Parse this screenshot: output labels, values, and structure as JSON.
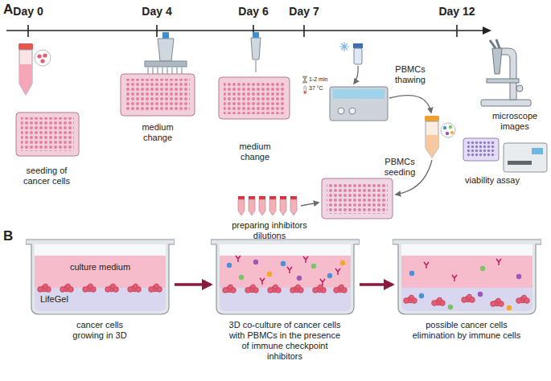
{
  "diagram": {
    "nodes": [
      {
        "text": [
          "culture medium",
          "LifeGel",
          "cancer cells growing in 3D"
        ]
      },
      {
        "text": [
          "3D co-culture of cancer cells with PBMCs in the presence of immune checkpoint inhibitors"
        ]
      },
      {
        "text": [
          "possible cancer cells elimination by immune cells"
        ]
      }
    ],
    "edges": [
      {
        "from": 0,
        "to": 1,
        "arrow": "to"
      },
      {
        "from": 1,
        "to": 2,
        "arrow": "to"
      }
    ],
    "labels": [
      "A",
      "Day 0",
      "Day 4",
      "Day 6",
      "Day 7",
      "Day 12",
      "seeding of cancer cells",
      "medium change",
      "medium change",
      "PBMCs thawing",
      "1-2 min",
      "37 °C",
      "PBMCs seeding",
      "preparing inhibitors dilutions",
      "microscope images",
      "viability assay",
      "B"
    ]
  }
}
